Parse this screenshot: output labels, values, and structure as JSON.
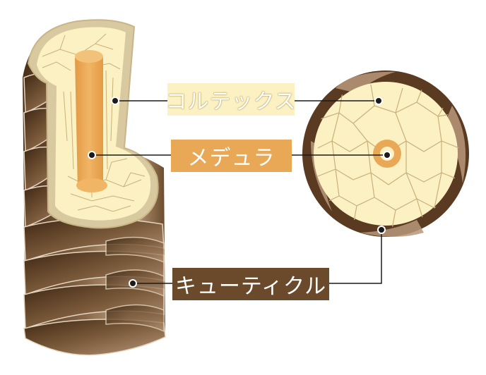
{
  "labels": {
    "cortex": "コルテックス",
    "medulla": "メデュラ",
    "cuticle": "キューティクル"
  },
  "colors": {
    "cuticle_dark": "#5a3b22",
    "cuticle_light": "#9c7a58",
    "cortex_fill": "#fbf1c3",
    "cortex_rim": "#d9c9a0",
    "medulla": "#e8a855",
    "medulla_light": "#f2c27a",
    "line": "#1a1a1a"
  }
}
